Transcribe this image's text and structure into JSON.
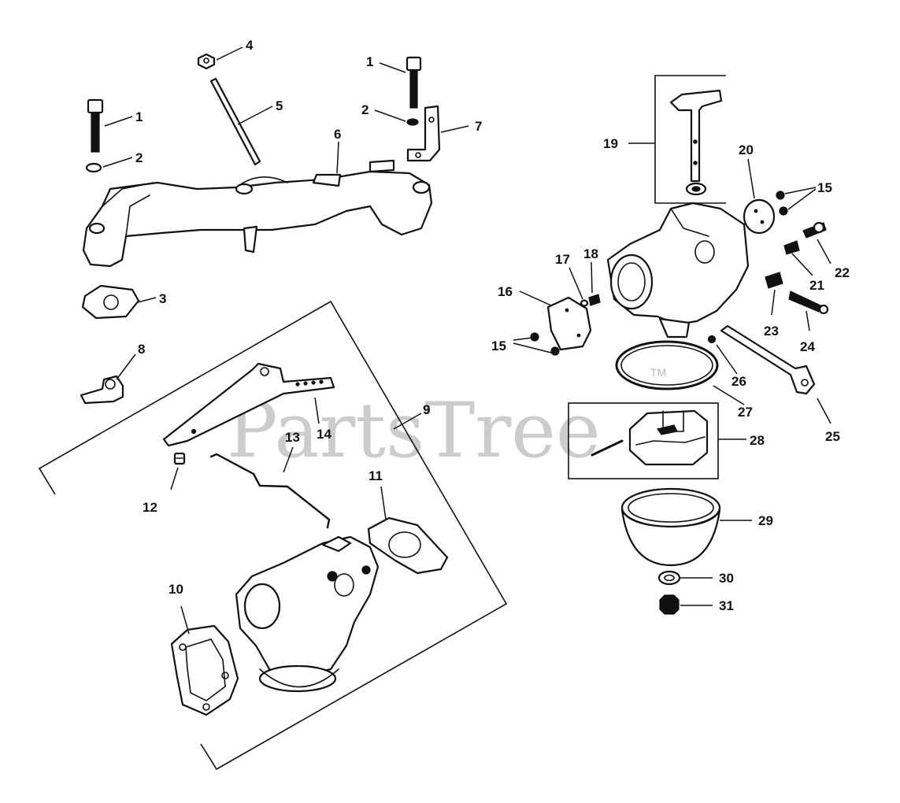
{
  "watermark": {
    "text": "PartsTree",
    "trademark": "TM"
  },
  "callouts": {
    "c1a": "1",
    "c2a": "2",
    "c3": "3",
    "c4": "4",
    "c5": "5",
    "c1b": "1",
    "c2b": "2",
    "c6": "6",
    "c7": "7",
    "c8": "8",
    "c9": "9",
    "c10": "10",
    "c11": "11",
    "c12": "12",
    "c13": "13",
    "c14": "14",
    "c15a": "15",
    "c15b": "15",
    "c16": "16",
    "c17": "17",
    "c18": "18",
    "c19": "19",
    "c20": "20",
    "c21": "21",
    "c22": "22",
    "c23": "23",
    "c24": "24",
    "c25": "25",
    "c26": "26",
    "c27": "27",
    "c28": "28",
    "c29": "29",
    "c30": "30",
    "c31": "31"
  }
}
